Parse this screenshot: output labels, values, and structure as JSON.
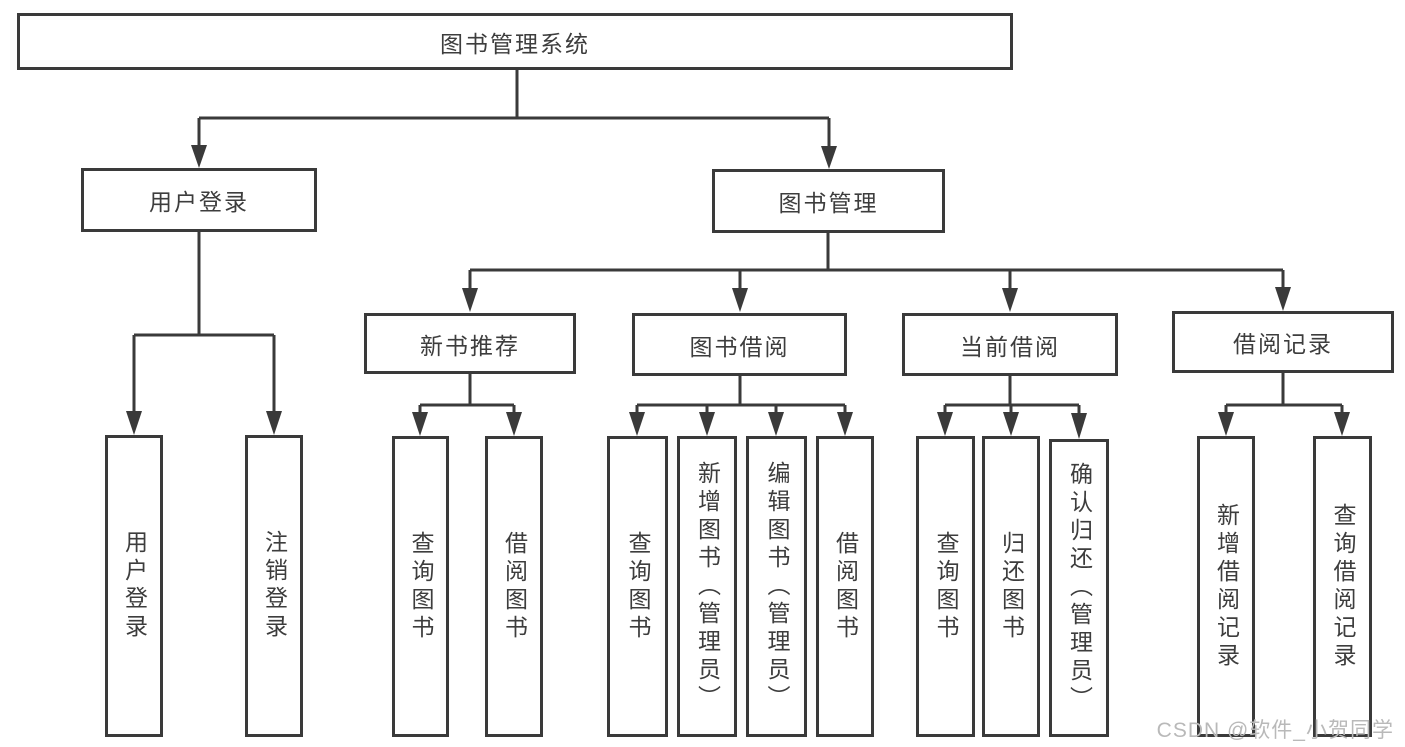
{
  "diagram": {
    "type": "hierarchy-tree",
    "direction": "top-down",
    "colors": {
      "background": "#ffffff",
      "line": "#3a3a3a",
      "box_border": "#3a3a3a",
      "text": "#3d3d3d",
      "watermark_text": "#b9b9b9"
    }
  },
  "watermark": {
    "text": "CSDN @软件_小贺同学"
  },
  "tree": {
    "label": "图书管理系统",
    "children": [
      {
        "label": "用户登录",
        "children": [
          {
            "label": "用户登录"
          },
          {
            "label": "注销登录"
          }
        ]
      },
      {
        "label": "图书管理",
        "children": [
          {
            "label": "新书推荐",
            "children": [
              {
                "label": "查询图书"
              },
              {
                "label": "借阅图书"
              }
            ]
          },
          {
            "label": "图书借阅",
            "children": [
              {
                "label": "查询图书"
              },
              {
                "label": "新增图书（管理员）"
              },
              {
                "label": "编辑图书（管理员）"
              },
              {
                "label": "借阅图书"
              }
            ]
          },
          {
            "label": "当前借阅",
            "children": [
              {
                "label": "查询图书"
              },
              {
                "label": "归还图书"
              },
              {
                "label": "确认归还（管理员）"
              }
            ]
          },
          {
            "label": "借阅记录",
            "children": [
              {
                "label": "新增借阅记录"
              },
              {
                "label": "查询借阅记录"
              }
            ]
          }
        ]
      }
    ]
  }
}
